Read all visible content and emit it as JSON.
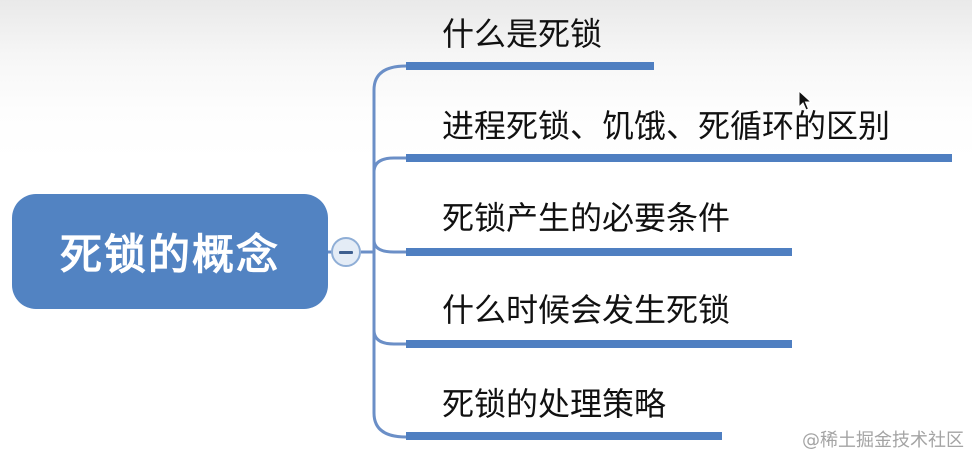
{
  "root": {
    "label": "死锁的概念"
  },
  "branches": [
    {
      "label": "什么是死锁"
    },
    {
      "label": "进程死锁、饥饿、死循环的区别"
    },
    {
      "label": "死锁产生的必要条件"
    },
    {
      "label": "什么时候会发生死锁"
    },
    {
      "label": "死锁的处理策略"
    }
  ],
  "watermark": "@稀土掘金技术社区",
  "colors": {
    "node_fill": "#5283c2",
    "branch_line": "#4f7fc1",
    "connector": "#6b8fc7"
  }
}
